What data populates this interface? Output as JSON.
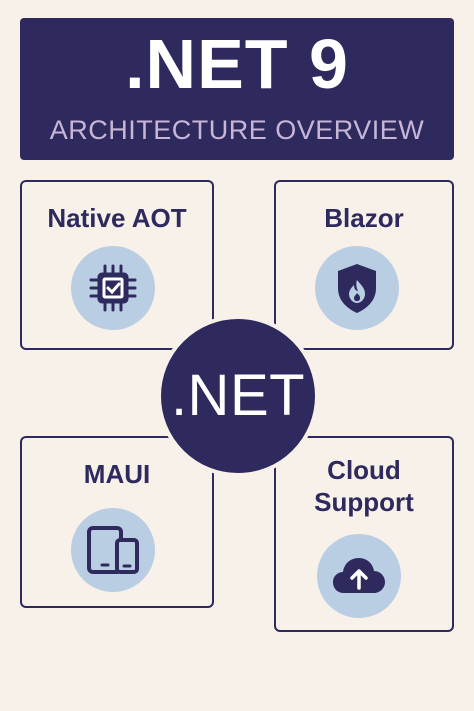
{
  "banner": {
    "title": ".NET 9",
    "subtitle": "ARCHITECTURE OVERVIEW"
  },
  "hub": {
    "label": ".NET"
  },
  "features": [
    {
      "label": "Native AOT",
      "icon": "cpu-chip-icon"
    },
    {
      "label": "Blazor",
      "icon": "flame-shield-icon"
    },
    {
      "label": "MAUI",
      "icon": "devices-icon"
    },
    {
      "label": "Cloud\nSupport",
      "icon": "cloud-upload-icon"
    }
  ],
  "colors": {
    "navy": "#2e2a5e",
    "background": "#f7f1ea",
    "icon_circle": "#b9cde3",
    "subtitle": "#c8b6d8"
  }
}
